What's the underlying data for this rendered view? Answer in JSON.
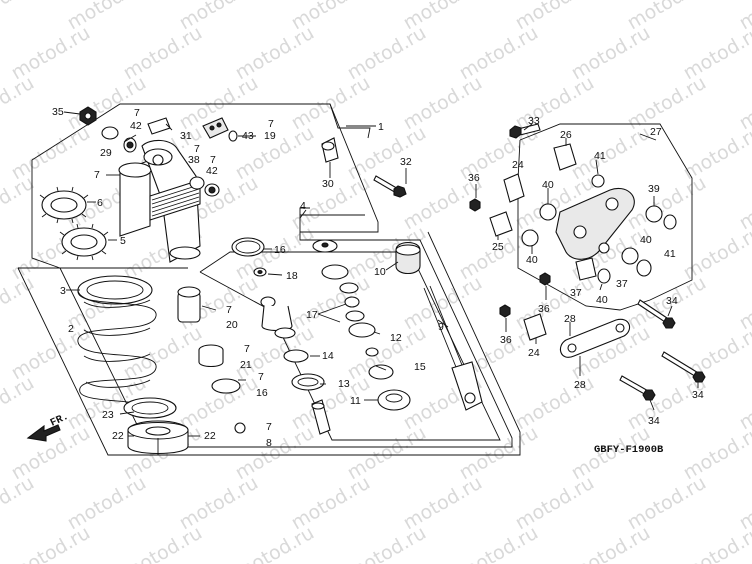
{
  "watermark": {
    "text": "motod.ru"
  },
  "diagram": {
    "code": "GBFY-F1900B",
    "direction_label": "FR."
  },
  "callouts": {
    "c35": "35",
    "c7a": "7",
    "c42a": "42",
    "c31": "31",
    "c29": "29",
    "c7b": "7",
    "c7c": "7",
    "c38": "38",
    "c7d": "7",
    "c42b": "42",
    "c7e": "7",
    "c19": "19",
    "c43": "43",
    "c1": "1",
    "c30": "30",
    "c32": "32",
    "c33": "33",
    "c26": "26",
    "c27": "27",
    "c41a": "41",
    "c24a": "24",
    "c36a": "36",
    "c40a": "40",
    "c39": "39",
    "c25": "25",
    "c40b": "40",
    "c40c": "40",
    "c41b": "41",
    "c37a": "37",
    "c37b": "37",
    "c40d": "40",
    "c6": "6",
    "c5": "5",
    "c3": "3",
    "c4": "4",
    "c16a": "16",
    "c18": "18",
    "c10": "10",
    "c7f": "7",
    "c20": "20",
    "c17": "17",
    "c12": "12",
    "c9": "9",
    "c2": "2",
    "c7g": "7",
    "c21": "21",
    "c14": "14",
    "c15": "15",
    "c7h": "7",
    "c16b": "16",
    "c13": "13",
    "c11": "11",
    "c23": "23",
    "c22a": "22",
    "c22b": "22",
    "c7i": "7",
    "c8": "8",
    "c36b": "36",
    "c36c": "36",
    "c24b": "24",
    "c28a": "28",
    "c28b": "28",
    "c34a": "34",
    "c34b": "34",
    "c34c": "34"
  }
}
